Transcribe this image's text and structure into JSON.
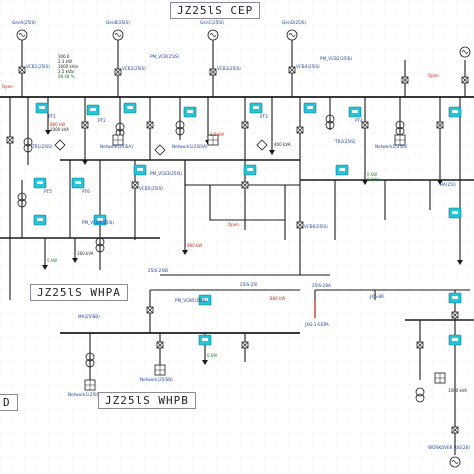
{
  "titles": {
    "cep": "JZ25lS CEP",
    "whpa": "JZ25lS WHPA",
    "whpb": "JZ25lS WHPB",
    "cut": "D"
  },
  "gen_labels": [
    "GenA(25lS)",
    "GenB(25lS)",
    "GenC(25lS)",
    "GenD(25lS)"
  ],
  "top_values": [
    "306.6",
    "2.3 kW",
    "1600 kVar",
    "2.5 kVar",
    "98.48 %"
  ],
  "switch_labels": [
    "VCB1(25lS)",
    "VCB2(25lS)",
    "VCB3(25lS)",
    "VCB4(25lS)",
    "VCB5(25lS)",
    "VCB6(25lS)"
  ],
  "pm_labels": [
    "PM_VCB(25lS)",
    "PM_VCB2(25lS)",
    "PM_VCB3(25lS)",
    "PM_VCB4(25lS)",
    "PM_VCB5(25lS)"
  ],
  "transformer_labels": [
    "PT1",
    "PT2",
    "PT3",
    "PT4",
    "PT5",
    "PT6",
    "TR1(25lS)",
    "TR2(25lS)"
  ],
  "network_labels": [
    "Network(25lSA)",
    "Network1(25lSA)",
    "Network1(25lSB)",
    "Network(25lSB)",
    "Network1(25lS)"
  ],
  "load_values": [
    "0 kW",
    "0 kVar",
    "1000 kVA",
    "880 kW",
    "160 kVA",
    "2.9 kW",
    "400 kVA"
  ],
  "tie_labels": [
    "25lS-25lB",
    "25lS-25l",
    "25lS-28A",
    "JXG-1-CEPA",
    "JXA-8R"
  ],
  "bottom_labels": [
    "MA(25lSB)",
    "WORKOVER RIG(28)",
    "HA(25l)"
  ],
  "open_label": "Open",
  "colors": {
    "line": "#1b1b1b",
    "label_blue": "#1f3f99",
    "value_red": "#cc2a1a",
    "value_green": "#1a7a2a",
    "device_cyan": "#27c3d6",
    "grid": "#e3e3e8"
  }
}
